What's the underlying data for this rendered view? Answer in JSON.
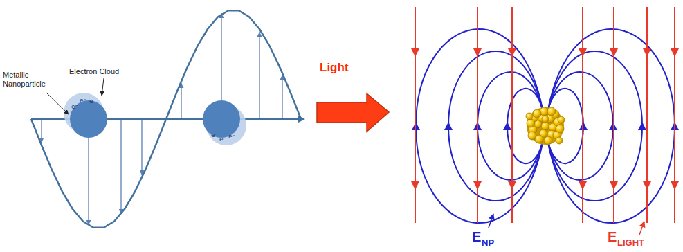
{
  "diagram": {
    "nodes": [
      {
        "text": [
          "Light"
        ]
      }
    ],
    "labels": [
      "Metallic Nanoparticle",
      "Electron Cloud",
      "e⁻",
      "e⁻",
      "e⁻",
      "e⁻",
      "e⁻",
      "e⁻",
      "E",
      "NP",
      "E",
      "LIGHT"
    ]
  }
}
